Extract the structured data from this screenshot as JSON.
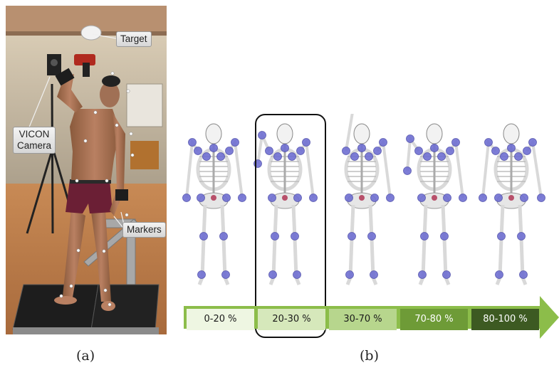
{
  "panel_a": {
    "caption": "(a)",
    "labels": {
      "target": "Target",
      "camera": "VICON\nCamera",
      "markers": "Markers"
    }
  },
  "panel_b": {
    "caption": "(b)",
    "phases": [
      "0-20 %",
      "20-30 %",
      "30-70 %",
      "70-80 %",
      "80-100 %"
    ],
    "highlighted_phase": 1,
    "phase_colors": [
      "#eef6e2",
      "#d6e8bb",
      "#b7d68d",
      "#6e9b37",
      "#3d5a22"
    ],
    "phase_text_colors": [
      "#1a1a1a",
      "#1a1a1a",
      "#1a1a1a",
      "#ffffff",
      "#ffffff"
    ]
  },
  "colors": {
    "marker": "#6f6fd2",
    "bone": "#d9d9d9",
    "arrow": "#8cbd4a"
  }
}
